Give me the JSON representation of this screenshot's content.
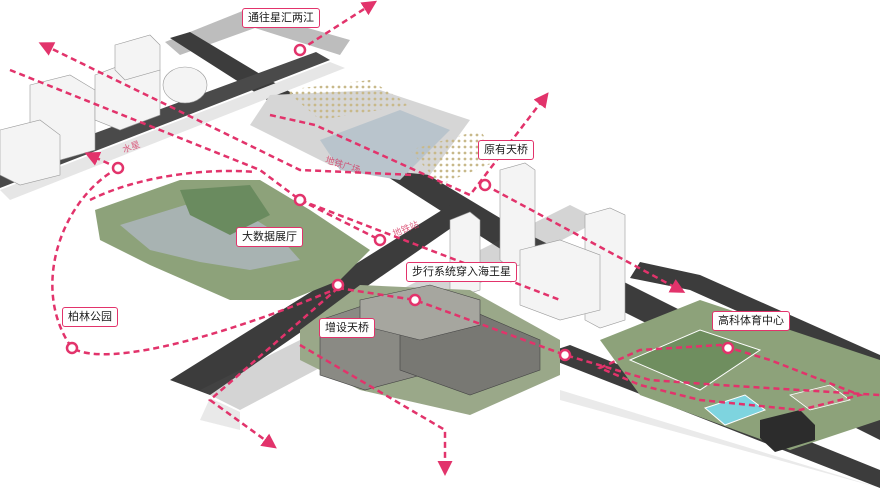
{
  "labels": {
    "xinghui": "通往星汇两江",
    "yuanyou": "原有天桥",
    "dashuju": "大数据展厅",
    "buxing": "步行系统穿入海王星",
    "bolin": "柏林公园",
    "zengshe": "增设天桥",
    "gaoke": "高科体育中心"
  },
  "overlays": {
    "shuixing": "水星",
    "guangchang": "地铁广场",
    "ditiezhan": "地铁站"
  },
  "colors": {
    "accent": "#e2336b",
    "road": "#3c3c3c",
    "building": "#f4f4f4",
    "green": "#7f9a6c"
  }
}
